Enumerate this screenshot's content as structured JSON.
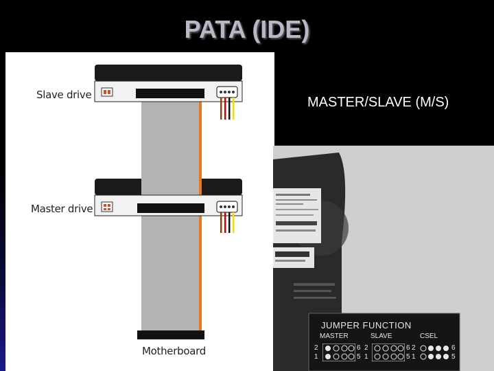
{
  "slide": {
    "title": "PATA (IDE)",
    "subtitle": "MASTER/SLAVE (M/S)"
  },
  "diagram": {
    "slave_label": "Slave drive",
    "master_label": "Master drive",
    "motherboard_label": "Motherboard",
    "power_wire_colors": [
      "#8b4513",
      "#cc0000",
      "#111111",
      "#ffd700"
    ]
  },
  "photo": {
    "jumper_title": "JUMPER FUNCTION",
    "groups": [
      "MASTER",
      "SLAVE",
      "CSEL"
    ],
    "pin_top": "2",
    "pin_bottom": "1",
    "pin_top_end": "6",
    "pin_bottom_end": "5"
  }
}
